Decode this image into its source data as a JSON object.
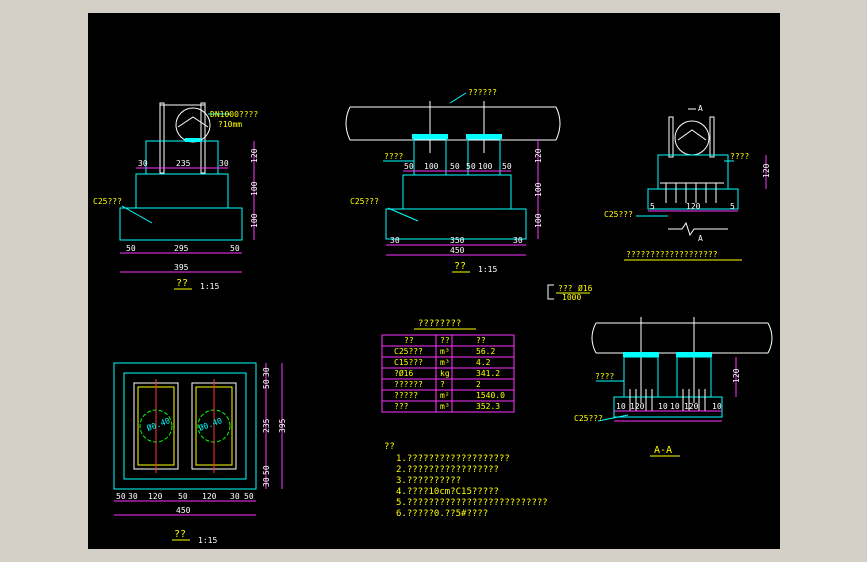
{
  "colors": {
    "background": "#000000",
    "frame": "#d4d0c8",
    "pipe": "#ffffff",
    "concrete": "#00ffff",
    "dimension": "#ff33ff",
    "text": "#ffff00"
  },
  "front": {
    "pipe_label": "DN1000????",
    "pipe_label2": "?10mm",
    "concrete_label": "C25???",
    "dims_top": [
      "30",
      "235",
      "30"
    ],
    "dims_bottom": [
      "50",
      "295",
      "50"
    ],
    "dims_total": "395",
    "dims_right": [
      "120",
      "100",
      "100"
    ],
    "title": "??",
    "scale": "1:15"
  },
  "side": {
    "pipe_label": "??????",
    "label_left": "????",
    "concrete_label": "C25???",
    "dims_top": [
      "50",
      "100",
      "50",
      "50",
      "100",
      "50"
    ],
    "dims_bottom": [
      "30",
      "350",
      "30"
    ],
    "dims_total": "450",
    "dims_right": [
      "120",
      "100",
      "100"
    ],
    "title": "??",
    "scale": "1:15"
  },
  "section_b": {
    "marker": "A",
    "label_right": "????",
    "concrete_label": "C25???",
    "dims_bottom": [
      "5",
      "120",
      "5"
    ],
    "dims_right": "120",
    "caption": "???????????????????"
  },
  "legend": {
    "label": "???",
    "value1": "Ø16",
    "value2": "1000"
  },
  "table": {
    "title": "????????",
    "headers": [
      "??",
      "??",
      "??"
    ],
    "rows": [
      [
        "C25???",
        "m³",
        "56.2"
      ],
      [
        "C15???",
        "m³",
        "4.2"
      ],
      [
        "?Ø16",
        "kg",
        "341.2"
      ],
      [
        "??????",
        "?",
        "2"
      ],
      [
        "?????",
        "m²",
        "1540.0"
      ],
      [
        "???",
        "m³",
        "352.3"
      ]
    ]
  },
  "section_aa": {
    "label_left": "????",
    "concrete_label": "C25???",
    "dims_bottom": [
      "10",
      "120",
      "10",
      "10",
      "120",
      "10"
    ],
    "dims_right": "120",
    "title": "A-A"
  },
  "plan": {
    "hole_label_left": "Ø0.40",
    "hole_label_right": "Ø0.40",
    "dims_bottom": [
      "50",
      "30",
      "120",
      "50",
      "120",
      "30",
      "50"
    ],
    "dims_total": "450",
    "dims_right": [
      "30",
      "50",
      "235",
      "50",
      "30"
    ],
    "dims_total_right": "395",
    "title": "??",
    "scale": "1:15"
  },
  "notes": {
    "heading": "??",
    "items": [
      "1.???????????????????",
      "2.?????????????????",
      "3.??????????",
      "4.????10cm?C15?????",
      "5.??????????????????????????",
      "6.?????0.??5#????"
    ]
  }
}
